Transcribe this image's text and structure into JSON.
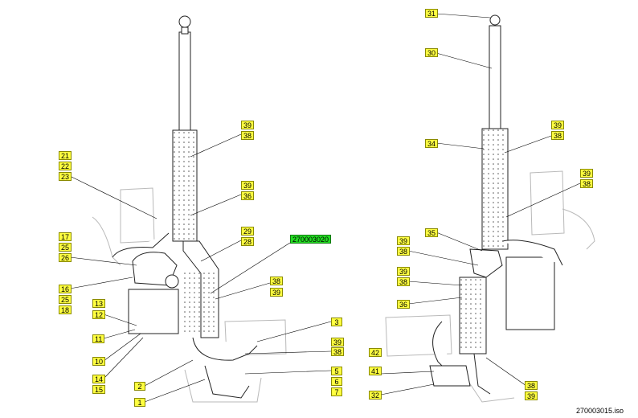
{
  "footer_ref": "270003015.iso",
  "colors": {
    "callout_fill": "#ffff40",
    "part_link_fill": "#22dd22"
  },
  "callouts_left": [
    "39",
    "38",
    "39",
    "36",
    "29",
    "28",
    "38",
    "39",
    "3",
    "39",
    "38",
    "5",
    "6",
    "7",
    "21",
    "22",
    "23",
    "17",
    "25",
    "26",
    "16",
    "25",
    "18",
    "13",
    "12",
    "11",
    "10",
    "14",
    "15",
    "2",
    "1"
  ],
  "part_link": "270003020",
  "callouts_right": [
    "31",
    "30",
    "39",
    "38",
    "34",
    "39",
    "38",
    "35",
    "39",
    "38",
    "39",
    "38",
    "36",
    "42",
    "41",
    "32",
    "38",
    "39"
  ]
}
